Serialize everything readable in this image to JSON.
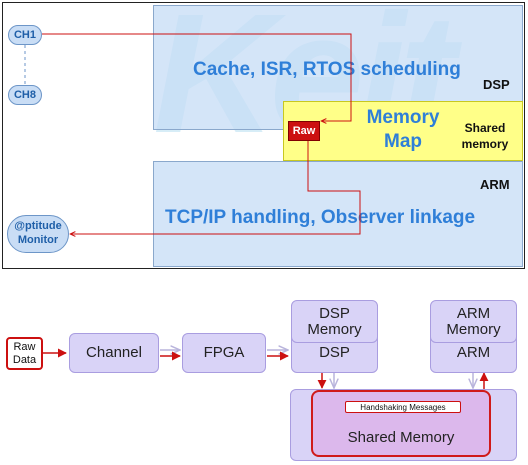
{
  "top": {
    "watermark": "Keit",
    "channels": {
      "first": "CH1",
      "last": "CH8"
    },
    "dsp_text": "Cache, ISR, RTOS scheduling",
    "dsp_label": "DSP",
    "raw_tag": "Raw",
    "memory_map_line1": "Memory",
    "memory_map_line2": "Map",
    "shared_label_line1": "Shared",
    "shared_label_line2": "memory",
    "arm_label": "ARM",
    "arm_text": "TCP/IP handling, Observer linkage",
    "monitor_line1": "@ptitude",
    "monitor_line2": "Monitor",
    "colors": {
      "region_fill": "#c6dcf6",
      "memory_fill": "#ffff88",
      "accent_red": "#cc1010",
      "text_blue": "#2f7fd8"
    }
  },
  "bottom": {
    "raw_data_line1": "Raw",
    "raw_data_line2": "Data",
    "channel": "Channel",
    "fpga": "FPGA",
    "dsp": "DSP",
    "arm": "ARM",
    "dsp_memory_line1": "DSP",
    "dsp_memory_line2": "Memory",
    "arm_memory_line1": "ARM",
    "arm_memory_line2": "Memory",
    "handshaking": "Handshaking Messages",
    "shared_memory": "Shared Memory",
    "colors": {
      "node_fill": "#d9d3f7",
      "shared_fill": "#dcb8ec",
      "accent_red": "#cc1010",
      "arrow_gray": "#b9b4dc"
    }
  }
}
